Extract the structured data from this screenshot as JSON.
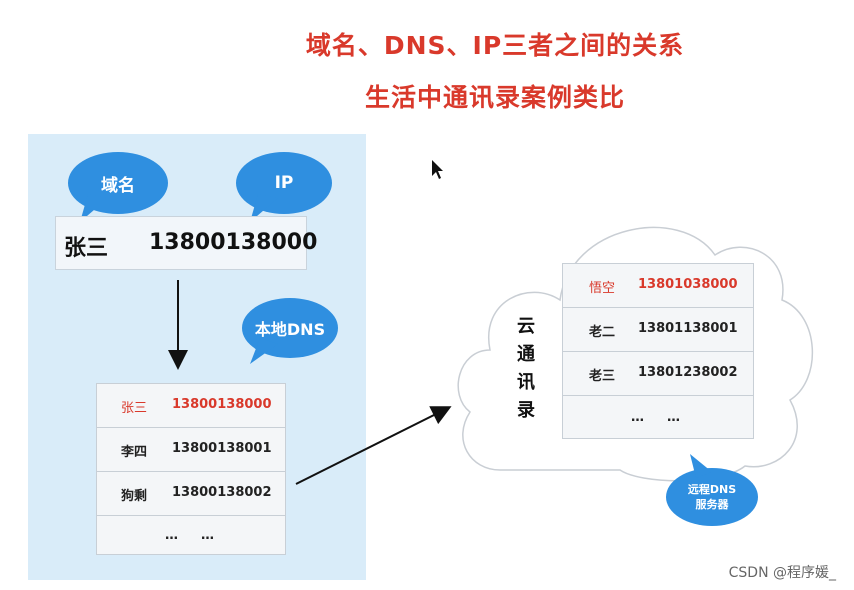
{
  "title": {
    "line1": "域名、DNS、IP三者之间的关系",
    "line2": "生活中通讯录案例类比"
  },
  "bubbles": {
    "domain": "域名",
    "ip": "IP",
    "local_dns": "本地DNS",
    "remote_dns_line1": "远程DNS",
    "remote_dns_line2": "服务器"
  },
  "entry": {
    "name": "张三",
    "phone": "13800138000"
  },
  "local_table": [
    {
      "name": "张三",
      "phone": "13800138000",
      "highlight": true
    },
    {
      "name": "李四",
      "phone": "13800138001"
    },
    {
      "name": "狗剩",
      "phone": "13800138002"
    },
    {
      "name": "…",
      "phone": "…"
    }
  ],
  "cloud": {
    "label": "云通讯录",
    "table": [
      {
        "name": "悟空",
        "phone": "13801038000",
        "highlight": true
      },
      {
        "name": "老二",
        "phone": "13801138001"
      },
      {
        "name": "老三",
        "phone": "13801238002"
      },
      {
        "name": "…",
        "phone": "…"
      }
    ]
  },
  "credit": "CSDN @程序媛_",
  "colors": {
    "accent_red": "#d9392b",
    "bubble_blue": "#2f8fe0",
    "panel_blue": "#d9ecf9"
  }
}
